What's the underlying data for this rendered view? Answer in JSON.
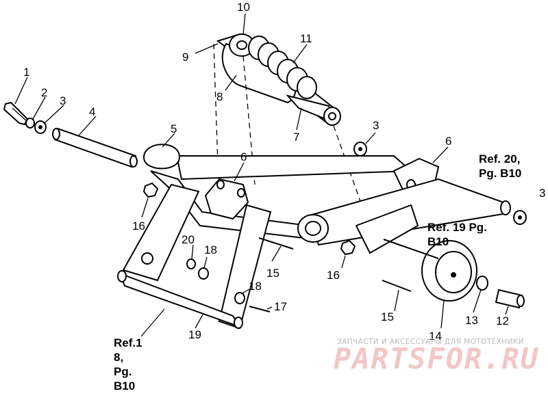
{
  "callouts": [
    {
      "id": "c1",
      "text": "1"
    },
    {
      "id": "c2",
      "text": "2"
    },
    {
      "id": "c3a",
      "text": "3"
    },
    {
      "id": "c4",
      "text": "4"
    },
    {
      "id": "c5",
      "text": "5"
    },
    {
      "id": "c6a",
      "text": "6"
    },
    {
      "id": "c7",
      "text": "7"
    },
    {
      "id": "c8",
      "text": "8"
    },
    {
      "id": "c9",
      "text": "9"
    },
    {
      "id": "c10",
      "text": "10"
    },
    {
      "id": "c11",
      "text": "11"
    },
    {
      "id": "c3b",
      "text": "3"
    },
    {
      "id": "c6b",
      "text": "6"
    },
    {
      "id": "c3c",
      "text": "3"
    },
    {
      "id": "c16a",
      "text": "16"
    },
    {
      "id": "c20",
      "text": "20"
    },
    {
      "id": "c18a",
      "text": "18"
    },
    {
      "id": "c15a",
      "text": "15"
    },
    {
      "id": "c18b",
      "text": "18"
    },
    {
      "id": "c17",
      "text": "17"
    },
    {
      "id": "c19",
      "text": "19"
    },
    {
      "id": "c16b",
      "text": "16"
    },
    {
      "id": "c15b",
      "text": "15"
    },
    {
      "id": "c14",
      "text": "14"
    },
    {
      "id": "c13",
      "text": "13"
    },
    {
      "id": "c12",
      "text": "12"
    }
  ],
  "references": {
    "ref_20": "Ref. 20,\nPg. B10",
    "ref_19": "Ref. 19 Pg.\nB10",
    "ref_18": "Ref.1\n8,\nPg.\nB10"
  },
  "watermark": {
    "tagline": "ЗАПЧАСТИ И АКСЕССУАРЫ ДЛЯ МОТОТЕХНИКИ",
    "logo": "PARTSFOR.RU"
  }
}
